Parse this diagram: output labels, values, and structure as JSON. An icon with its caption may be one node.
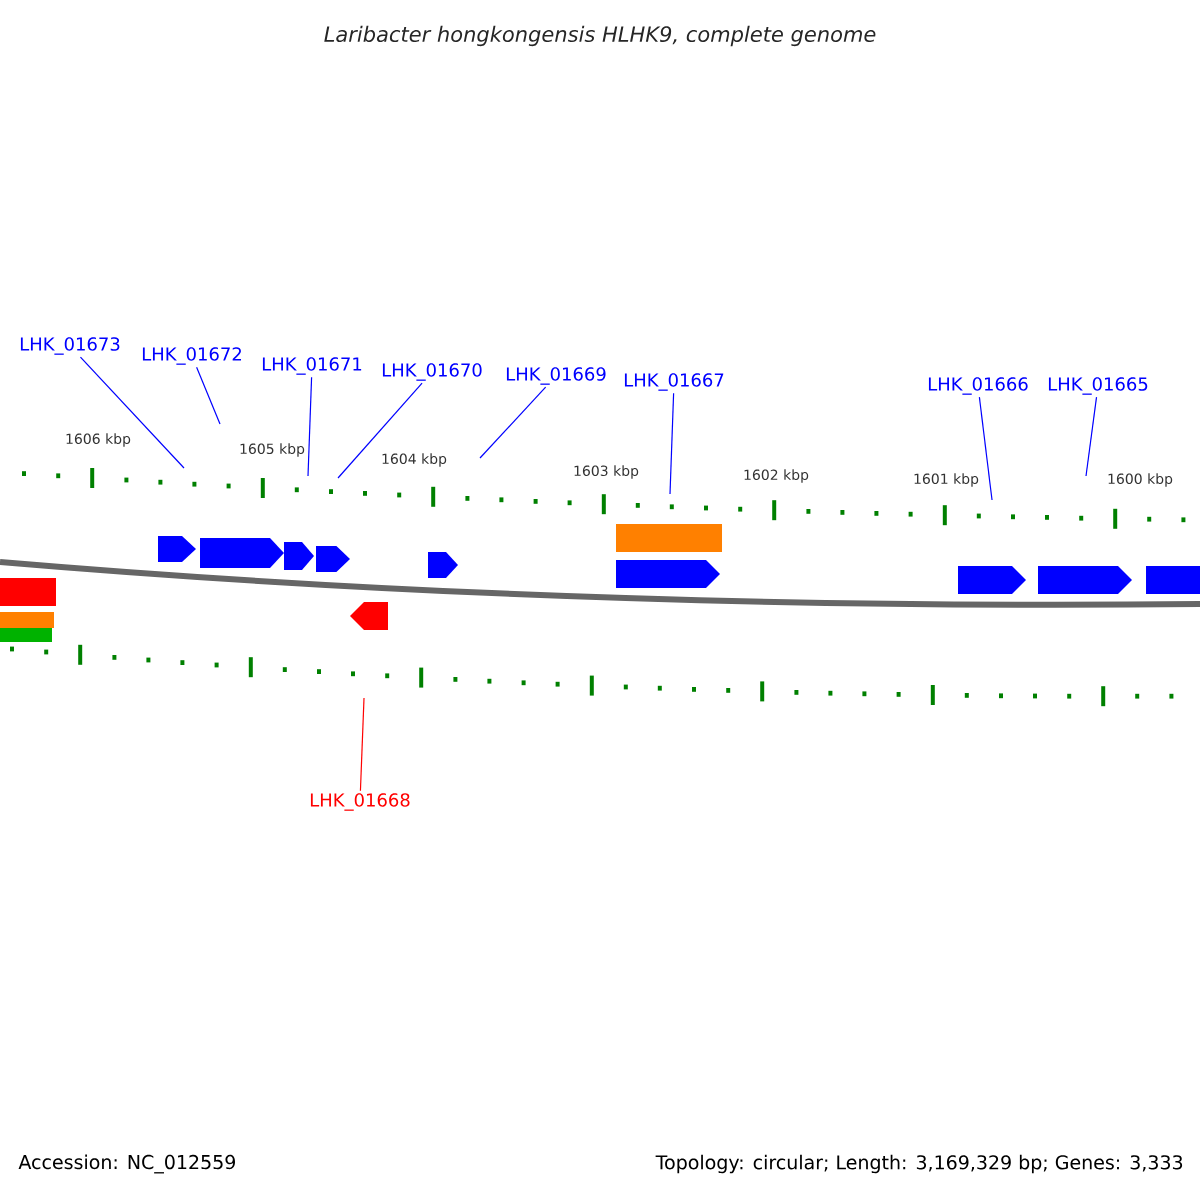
{
  "diagram": {
    "title": "Laribacter hongkongensis HLHK9, complete genome",
    "nodes": [
      {
        "text": [
          "LHK_01673"
        ]
      },
      {
        "text": [
          "LHK_01672"
        ]
      },
      {
        "text": [
          "LHK_01671"
        ]
      },
      {
        "text": [
          "LHK_01670"
        ]
      },
      {
        "text": [
          "LHK_01669"
        ]
      },
      {
        "text": [
          "LHK_01667"
        ]
      },
      {
        "text": [
          "LHK_01666"
        ]
      },
      {
        "text": [
          "LHK_01665"
        ]
      },
      {
        "text": [
          "LHK_01668"
        ]
      }
    ],
    "edges": [
      {
        "from": 0,
        "to": null,
        "arrow": "none"
      },
      {
        "from": 1,
        "to": null,
        "arrow": "none"
      },
      {
        "from": 2,
        "to": null,
        "arrow": "none"
      },
      {
        "from": 3,
        "to": null,
        "arrow": "none"
      },
      {
        "from": 4,
        "to": null,
        "arrow": "none"
      },
      {
        "from": 5,
        "to": null,
        "arrow": "none"
      },
      {
        "from": 6,
        "to": null,
        "arrow": "none"
      },
      {
        "from": 7,
        "to": null,
        "arrow": "none"
      },
      {
        "from": 8,
        "to": null,
        "arrow": "none",
        "color": "#ff0000"
      }
    ],
    "labels": [
      "1606 kbp",
      "1605 kbp",
      "1604 kbp",
      "1603 kbp",
      "1602 kbp",
      "1601 kbp",
      "1600 kbp",
      "Accession: NC_012559",
      "Topology: circular; Length: 3,169,329 bp; Genes: 3,333"
    ]
  }
}
